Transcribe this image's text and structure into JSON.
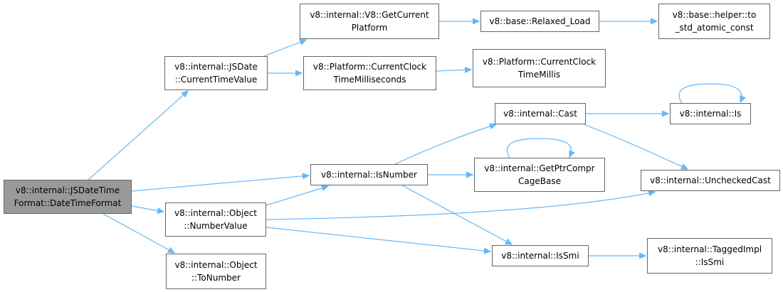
{
  "colors": {
    "edge": "#63b8ff",
    "node_border": "#666666",
    "root_fill": "#999999",
    "node_fill": "#ffffff"
  },
  "nodes": {
    "root": "v8::internal::JSDateTime\nFormat::DateTimeFormat",
    "jsdate_ctv": "v8::internal::JSDate\n::CurrentTimeValue",
    "v8_getcurrentplatform": "v8::internal::V8::GetCurrent\nPlatform",
    "relaxed_load": "v8::base::Relaxed_Load",
    "to_std_atomic_const": "v8::base::helper::to\n_std_atomic_const",
    "platform_ctms": "v8::Platform::CurrentClock\nTimeMilliseconds",
    "platform_cctm": "v8::Platform::CurrentClock\nTimeMillis",
    "cast": "v8::internal::Cast",
    "is": "v8::internal::Is",
    "isnumber": "v8::internal::IsNumber",
    "getptrcomprcagebase": "v8::internal::GetPtrCompr\nCageBase",
    "uncheckedcast": "v8::internal::UncheckedCast",
    "numbervalue": "v8::internal::Object\n::NumberValue",
    "issmi": "v8::internal::IsSmi",
    "taggedimpl_issmi": "v8::internal::TaggedImpl\n::IsSmi",
    "tonumber": "v8::internal::Object\n::ToNumber"
  }
}
